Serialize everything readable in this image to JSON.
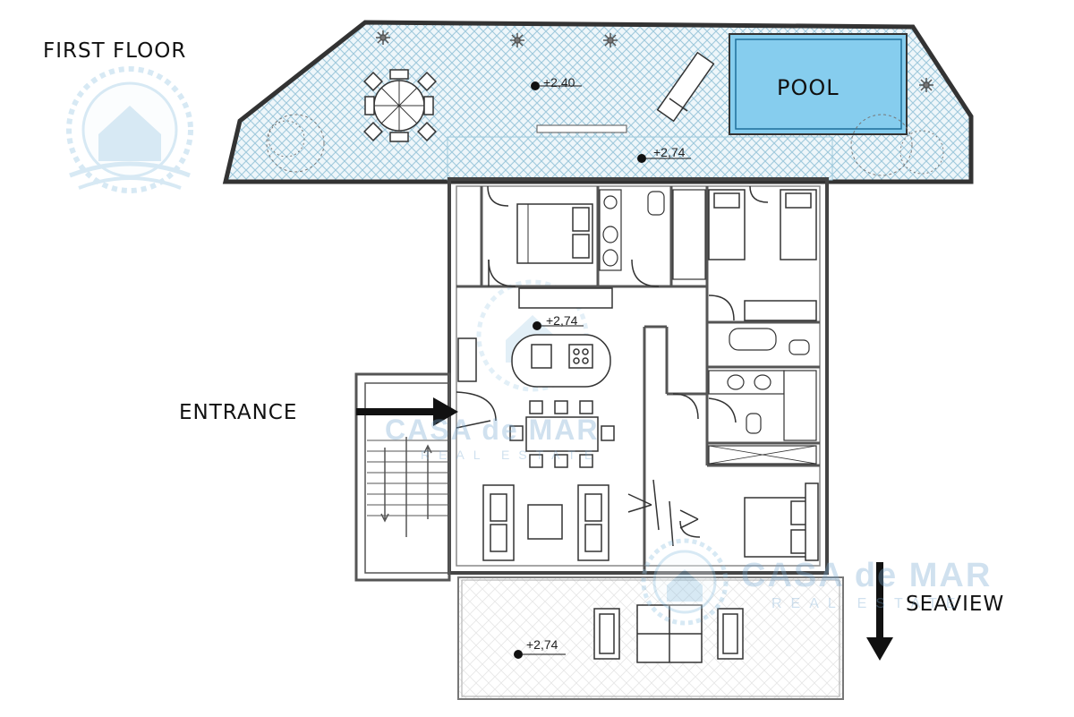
{
  "plan": {
    "title": "FIRST FLOOR",
    "pool_label": "POOL",
    "entrance_label": "ENTRANCE",
    "seaview_label": "SEAVIEW",
    "elevations": [
      "+2,40",
      "+2,74",
      "+2,74",
      "+2,74"
    ]
  },
  "watermark": {
    "brand": "CASA de MAR",
    "sub": "REAL ESTATE"
  },
  "colors": {
    "wall": "#333333",
    "terrace_pattern": "#9fc9dc",
    "pool": "#86cdee",
    "watermark": "#8fc1e0",
    "arrow": "#111111"
  }
}
